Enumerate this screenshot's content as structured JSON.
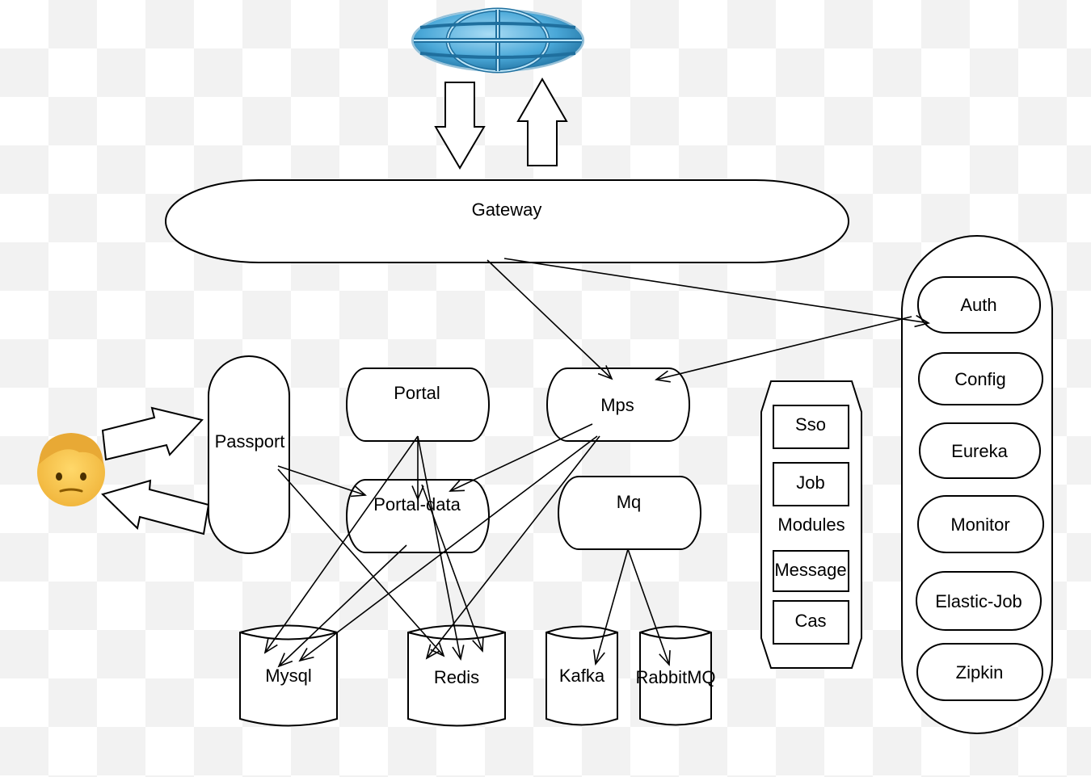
{
  "nodes": {
    "gateway": "Gateway",
    "passport": "Passport",
    "portal": "Portal",
    "portal_data": "Portal-data",
    "mps": "Mps",
    "mq": "Mq",
    "mysql": "Mysql",
    "redis": "Redis",
    "kafka": "Kafka",
    "rabbitmq": "RabbitMQ"
  },
  "modules": {
    "title": "Modules",
    "items": [
      "Sso",
      "Job",
      "Message",
      "Cas"
    ]
  },
  "infra": {
    "items": [
      "Auth",
      "Config",
      "Eureka",
      "Monitor",
      "Elastic-Job",
      "Zipkin"
    ]
  },
  "icons": {
    "internet": "globe-icon",
    "user": "user-face-icon"
  },
  "colors": {
    "globe": "#4aa8d8",
    "globe_dark": "#1f6f9e",
    "face_skin": "#f7c64a",
    "face_hair": "#e8a935"
  }
}
